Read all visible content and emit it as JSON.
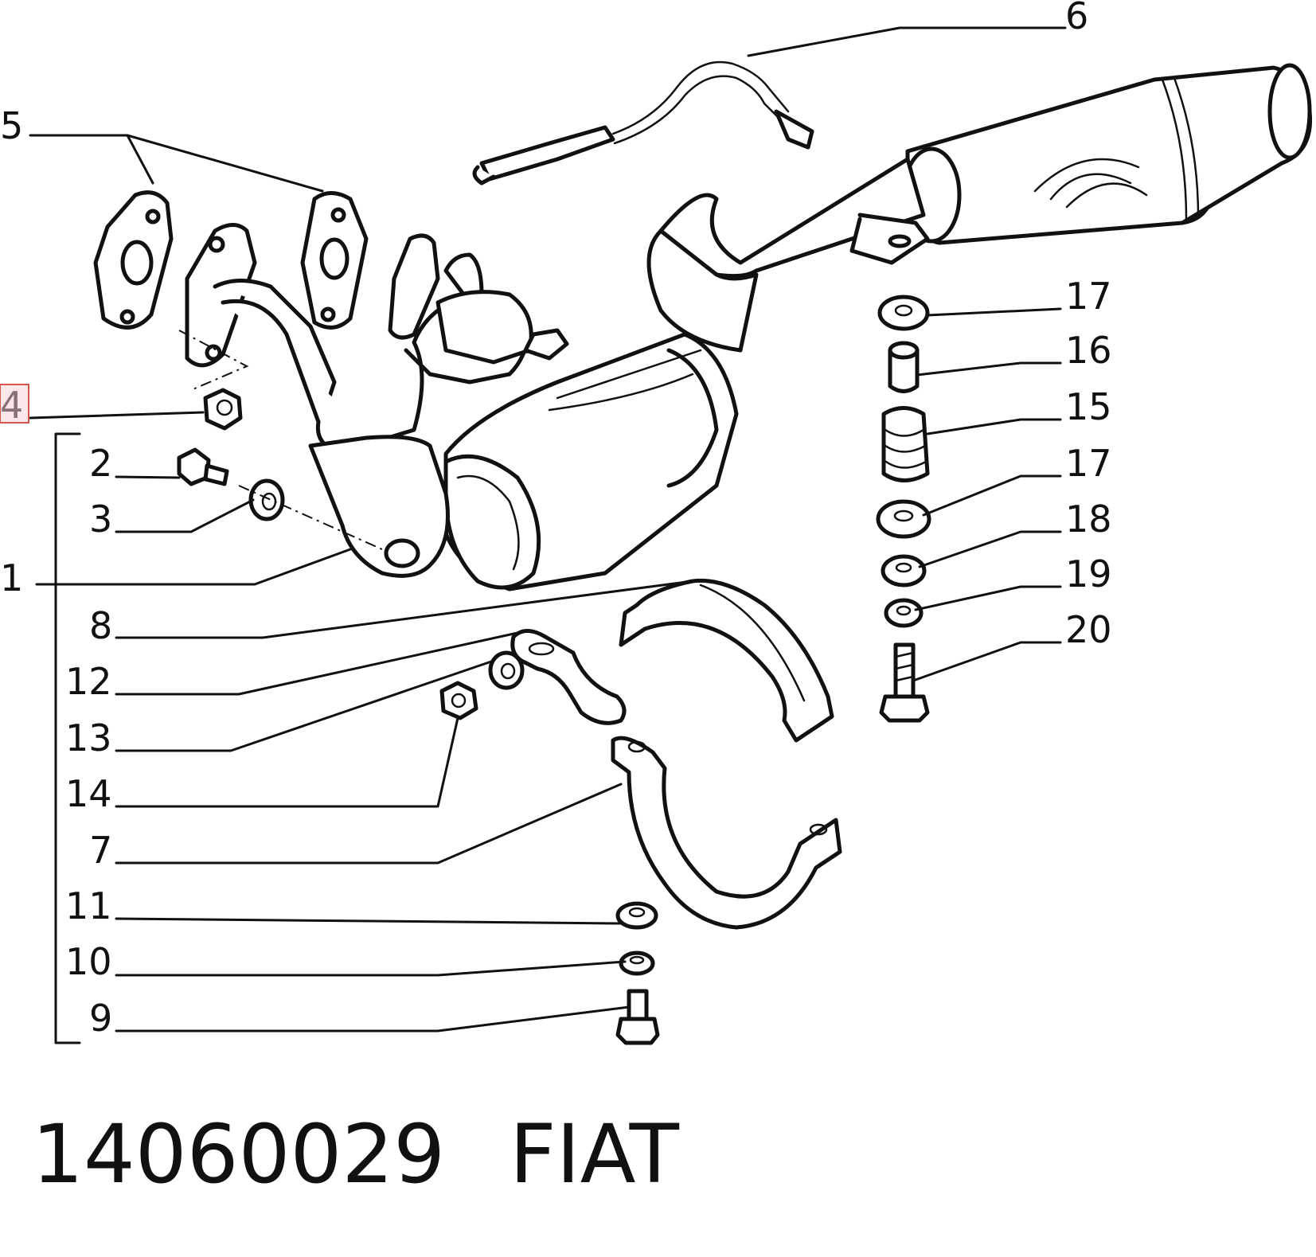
{
  "callouts": {
    "c1": "1",
    "c2": "2",
    "c3": "3",
    "c4": "4",
    "c5": "5",
    "c6": "6",
    "c7": "7",
    "c8": "8",
    "c9": "9",
    "c10": "10",
    "c11": "11",
    "c12": "12",
    "c13": "13",
    "c14": "14",
    "c15": "15",
    "c16": "16",
    "c17a": "17",
    "c17b": "17",
    "c18": "18",
    "c19": "19",
    "c20": "20"
  },
  "highlighted_callout": "4",
  "footer": {
    "part_number": "14060029",
    "brand": "FIAT"
  },
  "colors": {
    "highlight_fill": "#fbe9ea",
    "highlight_border": "#d9534f",
    "line": "#111111"
  }
}
